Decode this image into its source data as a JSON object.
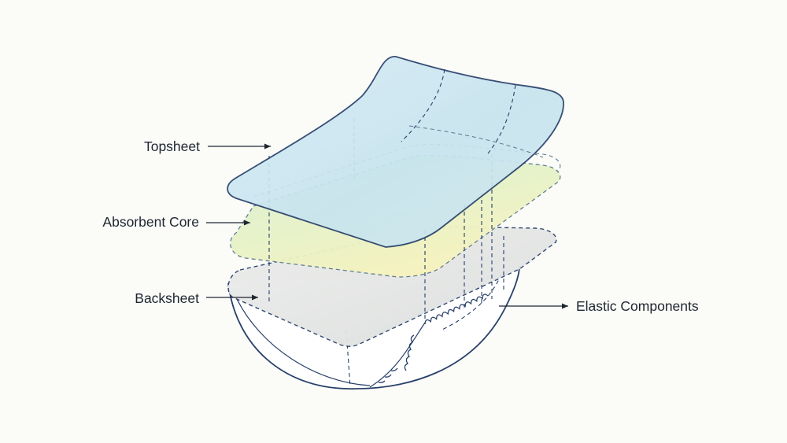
{
  "labels": {
    "topsheet": "Topsheet",
    "absorbent_core": "Absorbent Core",
    "backsheet": "Backsheet",
    "elastic_components": "Elastic Components"
  },
  "colors": {
    "outline": "#27406a",
    "topsheet_fill": "#cfe6f3",
    "core_fill_green": "#dcefce",
    "core_fill_yellow": "#f4f2c2",
    "backsheet_fill": "#e5e6e5",
    "label_text": "#1f2630"
  }
}
